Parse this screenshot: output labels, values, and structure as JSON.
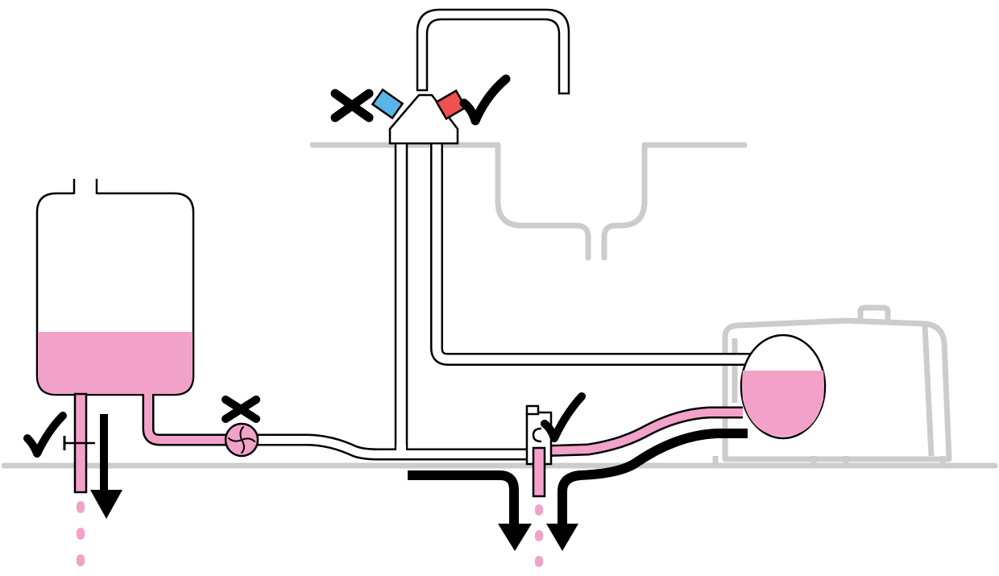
{
  "diagram": {
    "description_text": "",
    "colors": {
      "background": "#ffffff",
      "outline": "#000000",
      "ghost_grey": "#cccccc",
      "pink_water": "#f2a2c8",
      "cold_blue": "#5ab4e8",
      "hot_red": "#f05050"
    },
    "icons": {
      "check": "check-mark-icon",
      "cross": "cross-mark-icon",
      "pump": "pump-icon",
      "valve": "drain-valve-icon",
      "arrow": "down-arrow-icon"
    },
    "states": {
      "cylinder_drain_valve": "open",
      "circulation_pump": "off",
      "cold_tap": "closed",
      "hot_tap": "open",
      "boiler_drain_cock": "open"
    },
    "fill_levels": {
      "cylinder": 0.3,
      "boiler_vessel": 0.55
    }
  }
}
